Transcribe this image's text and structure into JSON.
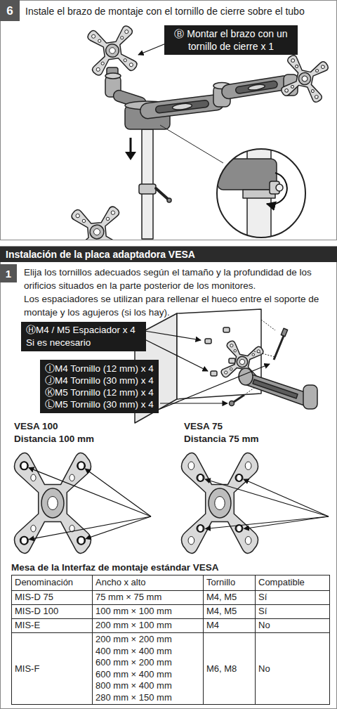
{
  "diagram": {
    "nodes": [
      {
        "text": [
          "6"
        ]
      },
      {
        "text": [
          "Ⓑ Montar el brazo con un tornillo de cierre x 1"
        ]
      },
      {
        "text": [
          "Instalación de la placa adaptadora VESA"
        ]
      },
      {
        "text": [
          "1"
        ]
      },
      {
        "text": [
          "ⒽM4 / M5 Espaciador x 4 Si es necesario"
        ]
      },
      {
        "text": [
          "ⒾM4 Tornillo (12 mm) x 4",
          "ⒿM4 Tornillo (30 mm) x 4",
          "ⓀM5 Tornillo (12 mm) x 4",
          "ⓁM5 Tornillo (30 mm) x 4"
        ]
      }
    ],
    "labels": [
      "Instale el brazo de montaje con el tornillo de cierre sobre el tubo",
      "Elija los tornillos adecuados según el tamaño y la profundidad de los orificios situados en la parte posterior de los monitores.",
      "Los espaciadores se utilizan para rellenar el hueco entre el soporte de montaje y los agujeros (si los hay).",
      "VESA 100",
      "Distancia 100 mm",
      "VESA 75",
      "Distancia 75 mm",
      "Mesa de la Interfaz de montaje estándar VESA",
      "Denominación",
      "Ancho x alto",
      "Tornillo",
      "Compatible",
      "MIS-D 75",
      "75 mm × 75 mm",
      "M4, M5",
      "Sí",
      "MIS-D 100",
      "100 mm × 100 mm",
      "M4, M5",
      "Sí",
      "MIS-E",
      "200 mm × 100 mm",
      "M4",
      "No",
      "MIS-F",
      "200 mm × 200 mm",
      "400 mm × 400 mm",
      "600 mm × 200 mm",
      "600 mm × 400 mm",
      "800 mm × 400 mm",
      "280 mm × 150 mm",
      "M6, M8",
      "No"
    ]
  }
}
